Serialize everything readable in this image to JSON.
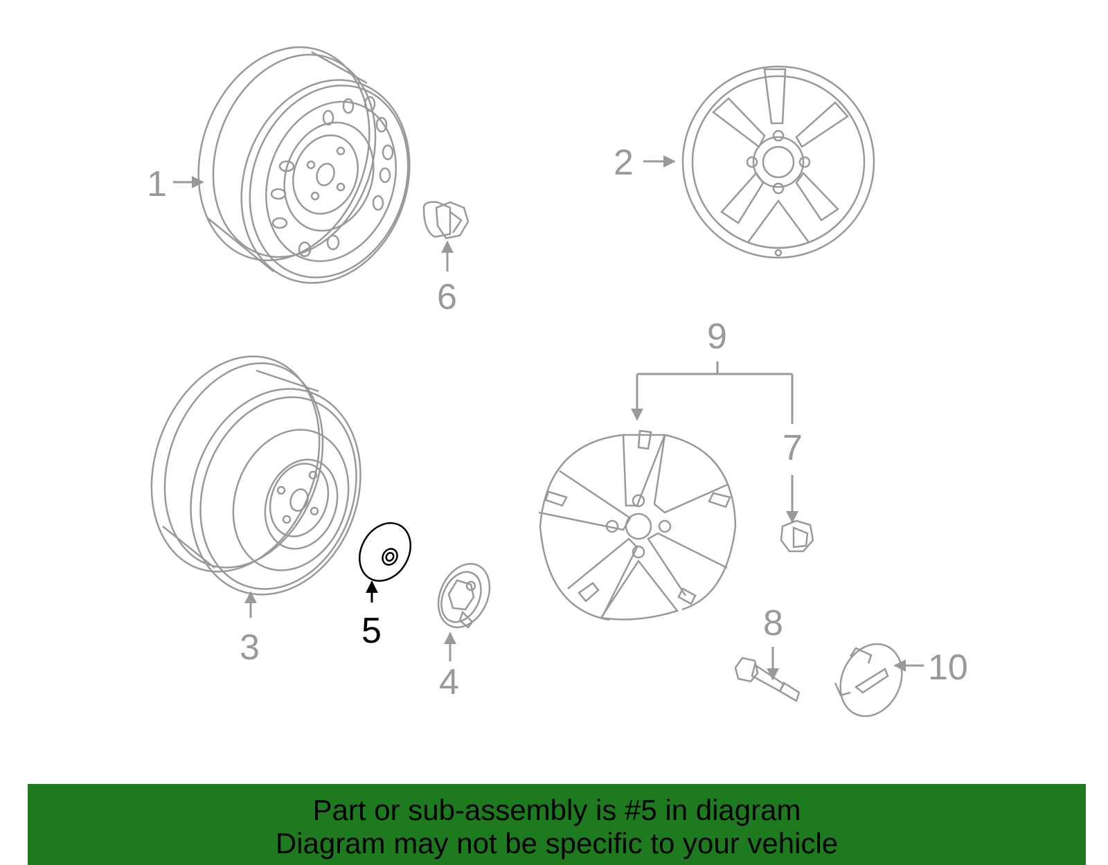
{
  "colors": {
    "part_gray": "#999999",
    "highlight": "#000000",
    "banner_bg": "#1e7a1e",
    "banner_text": "#000000"
  },
  "callouts": {
    "c1": "1",
    "c2": "2",
    "c3": "3",
    "c4": "4",
    "c5": "5",
    "c6": "6",
    "c7": "7",
    "c8": "8",
    "c9": "9",
    "c10": "10"
  },
  "highlighted_part": "5",
  "banner": {
    "line1": "Part or sub-assembly is #5 in diagram",
    "line2": "Diagram may not be specific to your vehicle"
  }
}
